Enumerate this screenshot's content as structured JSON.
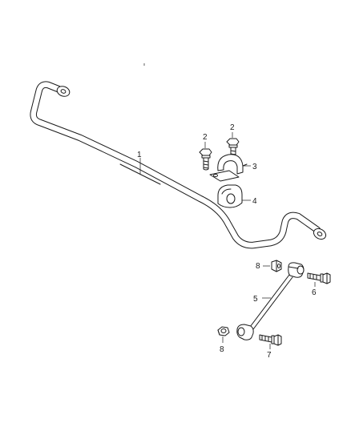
{
  "callouts": {
    "stabilizer_bar": "1",
    "bolt_left": "2",
    "bolt_right": "2",
    "retainer": "3",
    "bushing": "4",
    "link": "5",
    "bolt_upper": "6",
    "bolt_lower": "7",
    "nut_upper": "8",
    "nut_lower": "8"
  },
  "colors": {
    "ink": "#1a1a1a",
    "background": "#ffffff"
  }
}
